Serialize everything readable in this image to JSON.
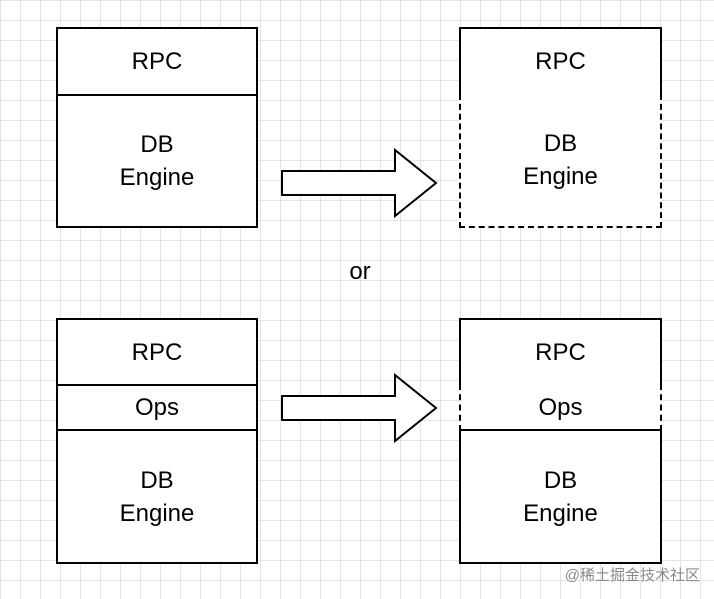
{
  "diagram": {
    "top_left": {
      "rpc": "RPC",
      "engine": "DB\nEngine"
    },
    "top_right": {
      "rpc": "RPC",
      "engine": "DB\nEngine"
    },
    "or_label": "or",
    "bottom_left": {
      "rpc": "RPC",
      "ops": "Ops",
      "engine": "DB\nEngine"
    },
    "bottom_right": {
      "rpc": "RPC",
      "ops": "Ops",
      "engine": "DB\nEngine"
    }
  },
  "watermark": "@稀土掘金技术社区"
}
